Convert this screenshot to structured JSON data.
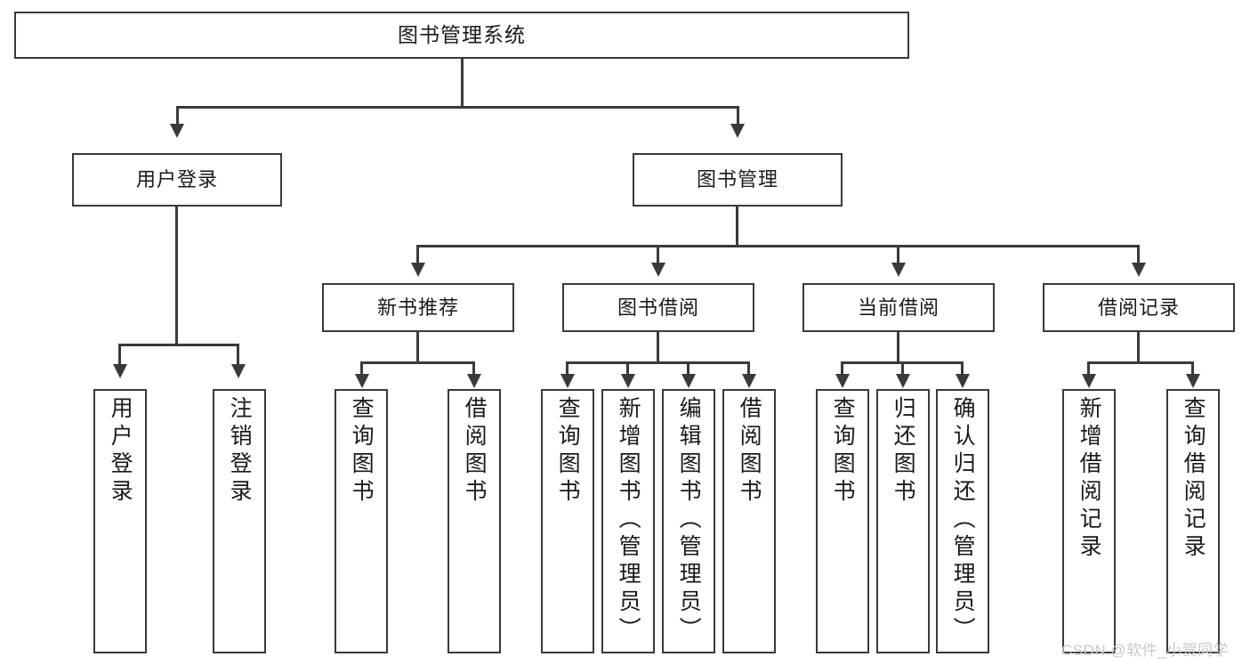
{
  "diagram": {
    "type": "tree-hierarchy-chart",
    "root": {
      "label": "图书管理系统"
    },
    "level2": [
      {
        "label": "用户登录"
      },
      {
        "label": "图书管理"
      }
    ],
    "level3": [
      {
        "label": "新书推荐"
      },
      {
        "label": "图书借阅"
      },
      {
        "label": "当前借阅"
      },
      {
        "label": "借阅记录"
      }
    ],
    "leaves": {
      "user_login": [
        {
          "label": "用户登录"
        },
        {
          "label": "注销登录"
        }
      ],
      "new_book_recommend": [
        {
          "label": "查询图书"
        },
        {
          "label": "借阅图书"
        }
      ],
      "book_borrow": [
        {
          "label": "查询图书"
        },
        {
          "label": "新增图书（管理员）"
        },
        {
          "label": "编辑图书（管理员）"
        },
        {
          "label": "借阅图书"
        }
      ],
      "current_borrow": [
        {
          "label": "查询图书"
        },
        {
          "label": "归还图书"
        },
        {
          "label": "确认归还（管理员）"
        }
      ],
      "borrow_record": [
        {
          "label": "新增借阅记录"
        },
        {
          "label": "查询借阅记录"
        }
      ]
    }
  },
  "watermark": {
    "text": "CSDN @软件_小贺同学"
  },
  "colors": {
    "stroke": "#3a3a3a",
    "fill": "#ffffff",
    "text": "#1a1a1a",
    "watermark": "#c9c9c9"
  }
}
